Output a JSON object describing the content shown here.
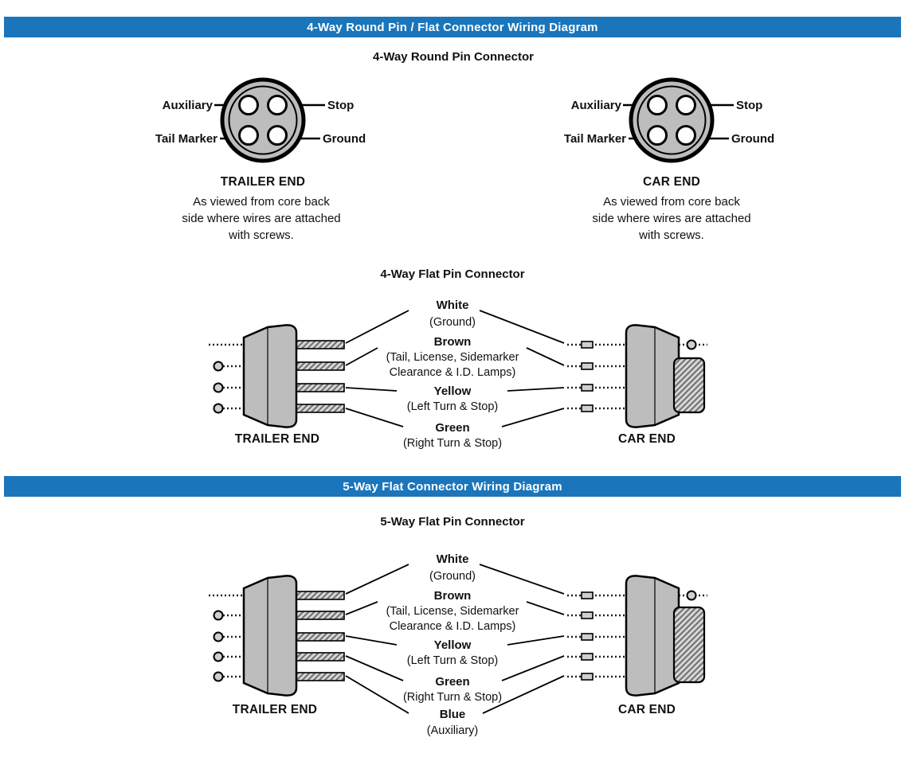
{
  "colors": {
    "header_bg": "#1b75bb",
    "header_text": "#ffffff",
    "connector_fill": "#bdbdbd",
    "line_color": "#000000"
  },
  "sections": {
    "four_way": {
      "header": "4-Way Round Pin / Flat Connector Wiring Diagram",
      "round": {
        "title": "4-Way Round Pin Connector",
        "pin_labels": {
          "top_left": "Auxiliary",
          "top_right": "Stop",
          "bottom_left": "Tail Marker",
          "bottom_right": "Ground"
        },
        "trailer_end": "TRAILER END",
        "car_end": "CAR END",
        "note_lines": [
          "As viewed from core back",
          "side where wires are attached",
          "with screws."
        ]
      },
      "flat": {
        "title": "4-Way Flat Pin Connector",
        "wires": [
          {
            "name": "White",
            "function": "(Ground)"
          },
          {
            "name": "Brown",
            "function": "(Tail, License, Sidemarker Clearance & I.D. Lamps)"
          },
          {
            "name": "Yellow",
            "function": "(Left Turn & Stop)"
          },
          {
            "name": "Green",
            "function": "(Right Turn & Stop)"
          }
        ],
        "trailer_end": "TRAILER END",
        "car_end": "CAR END"
      }
    },
    "five_way": {
      "header": "5-Way Flat Connector Wiring Diagram",
      "flat": {
        "title": "5-Way Flat Pin Connector",
        "wires": [
          {
            "name": "White",
            "function": "(Ground)"
          },
          {
            "name": "Brown",
            "function": "(Tail, License, Sidemarker Clearance & I.D. Lamps)"
          },
          {
            "name": "Yellow",
            "function": "(Left Turn & Stop)"
          },
          {
            "name": "Green",
            "function": "(Right Turn & Stop)"
          },
          {
            "name": "Blue",
            "function": "(Auxiliary)"
          }
        ],
        "trailer_end": "TRAILER END",
        "car_end": "CAR END"
      }
    }
  }
}
